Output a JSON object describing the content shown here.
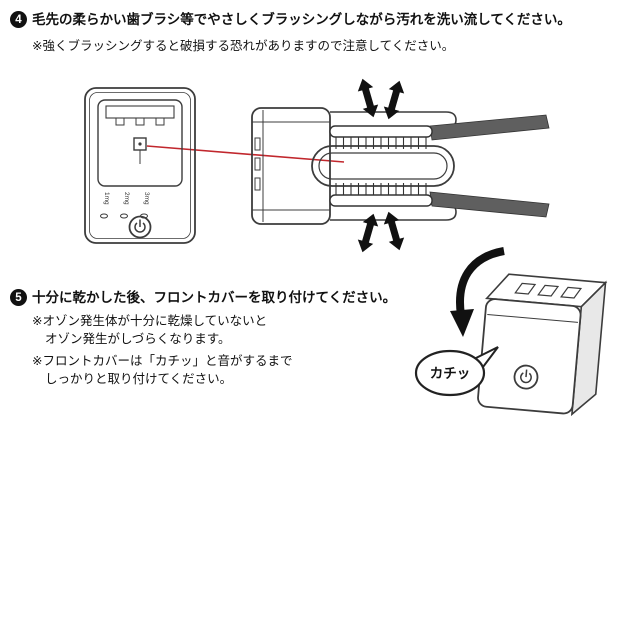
{
  "steps": {
    "step4": {
      "number": "4",
      "heading": "毛先の柔らかい歯ブラシ等でやさしくブラッシングしながら汚れを洗い流してください。",
      "note": "※強くブラッシングすると破損する恐れがありますので注意してください。"
    },
    "step5": {
      "number": "5",
      "heading": "十分に乾かした後、フロントカバーを取り付けてください。",
      "notes": [
        {
          "line1": "※オゾン発生体が十分に乾燥していないと",
          "line2": "オゾン発生がしづらくなります。"
        },
        {
          "line1": "※フロントカバーは「カチッ」と音がするまで",
          "line2": "しっかりと取り付けてください。"
        }
      ]
    }
  },
  "illustrations": {
    "front_view": {
      "buttons": [
        "1mg",
        "2mg",
        "3mg"
      ]
    },
    "attach": {
      "click_label": "カチッ"
    }
  }
}
